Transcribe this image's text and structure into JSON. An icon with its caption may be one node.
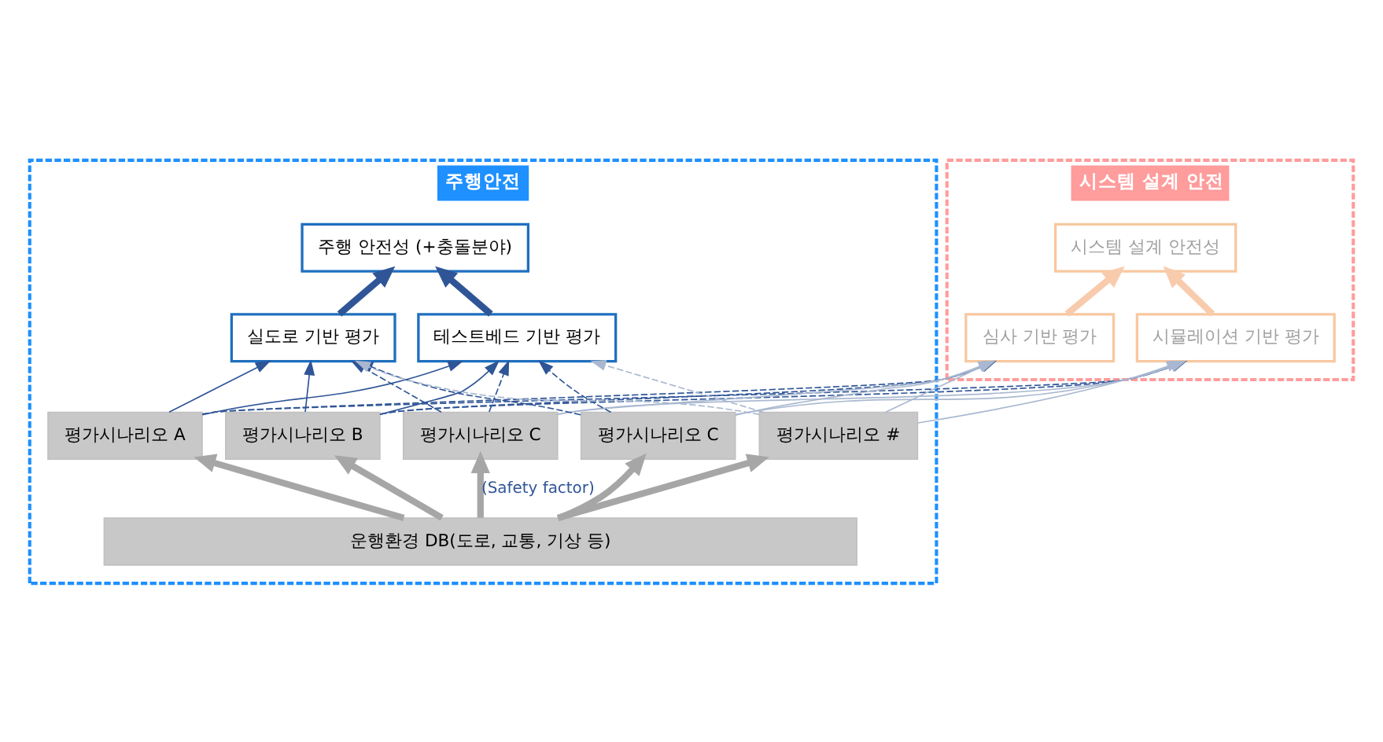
{
  "diagram": {
    "nodes": [
      {
        "text": [
          "주행안전"
        ]
      },
      {
        "text": [
          "주행 안전성 (+충돌분야)"
        ],
        "in": 0
      },
      {
        "text": [
          "테스트베드 기반 평가"
        ],
        "in": 0
      },
      {
        "text": [
          "실도로 기반 평가"
        ],
        "in": 0
      },
      {
        "text": [
          "시스템 설계 안전"
        ]
      },
      {
        "text": [
          "시스템 설계 안전성"
        ],
        "in": 4
      },
      {
        "text": [
          "시뮬레이션 기반 평가"
        ],
        "in": 4
      },
      {
        "text": [
          "심사 기반 평가"
        ],
        "in": 4
      },
      {
        "text": [
          "평가시나리오 A"
        ],
        "in": 0
      },
      {
        "text": [
          "평가시나리오 B"
        ],
        "in": 0
      },
      {
        "text": [
          "평가시나리오 C"
        ],
        "in": 0
      },
      {
        "text": [
          "평가시나리오 C"
        ],
        "in": 0
      },
      {
        "text": [
          "평가시나리오 #"
        ],
        "in": 0
      },
      {
        "text": [
          "운행환경 DB(도로, 교통, 기상 등)"
        ],
        "in": 0
      }
    ],
    "edges": [
      {
        "from": 2,
        "to": 1,
        "arrow": "to",
        "style": "thick"
      },
      {
        "from": 3,
        "to": 1,
        "arrow": "to",
        "style": "thick"
      },
      {
        "from": 6,
        "to": 5,
        "arrow": "to",
        "style": "thick",
        "color": "#f8cbad"
      },
      {
        "from": 7,
        "to": 5,
        "arrow": "to",
        "style": "thick",
        "color": "#f8cbad"
      },
      {
        "from": 13,
        "to": 8,
        "arrow": "to",
        "style": "thick",
        "color": "#a6a6a6"
      },
      {
        "from": 13,
        "to": 9,
        "arrow": "to",
        "style": "thick",
        "color": "#a6a6a6"
      },
      {
        "from": 13,
        "to": 10,
        "arrow": "to",
        "style": "thick",
        "color": "#a6a6a6",
        "label": "(Safety factor)"
      },
      {
        "from": 13,
        "to": 11,
        "arrow": "to",
        "style": "thick",
        "color": "#a6a6a6"
      },
      {
        "from": 13,
        "to": 12,
        "arrow": "to",
        "style": "thick",
        "color": "#a6a6a6"
      },
      {
        "from": 8,
        "to": 2,
        "arrow": "to"
      },
      {
        "from": 8,
        "to": 3,
        "arrow": "to"
      },
      {
        "from": 8,
        "to": 6,
        "arrow": "to",
        "style": "dashed"
      },
      {
        "from": 8,
        "to": 7,
        "arrow": "to",
        "style": "dashed"
      },
      {
        "from": 9,
        "to": 2,
        "arrow": "to"
      },
      {
        "from": 9,
        "to": 3,
        "arrow": "to"
      },
      {
        "from": 9,
        "to": 6,
        "arrow": "to",
        "style": "dashed"
      },
      {
        "from": 9,
        "to": 7,
        "arrow": "to",
        "style": "dashed"
      },
      {
        "from": 10,
        "to": 2,
        "arrow": "to",
        "style": "dashed"
      },
      {
        "from": 10,
        "to": 3,
        "arrow": "to",
        "style": "dashed"
      },
      {
        "from": 10,
        "to": 6,
        "arrow": "to",
        "color": "#a9b8d0"
      },
      {
        "from": 10,
        "to": 7,
        "arrow": "to",
        "color": "#a9b8d0"
      },
      {
        "from": 11,
        "to": 2,
        "arrow": "to",
        "style": "dashed"
      },
      {
        "from": 11,
        "to": 3,
        "arrow": "to",
        "style": "dashed"
      },
      {
        "from": 11,
        "to": 6,
        "arrow": "to",
        "color": "#a9b8d0"
      },
      {
        "from": 11,
        "to": 7,
        "arrow": "to",
        "color": "#a9b8d0"
      },
      {
        "from": 12,
        "to": 2,
        "arrow": "to",
        "style": "dashed",
        "color": "#a9b8d0"
      },
      {
        "from": 12,
        "to": 3,
        "arrow": "to",
        "style": "dashed",
        "color": "#a9b8d0"
      },
      {
        "from": 12,
        "to": 6,
        "arrow": "to",
        "color": "#a9b8d0"
      },
      {
        "from": 12,
        "to": 7,
        "arrow": "to",
        "color": "#a9b8d0"
      }
    ]
  }
}
